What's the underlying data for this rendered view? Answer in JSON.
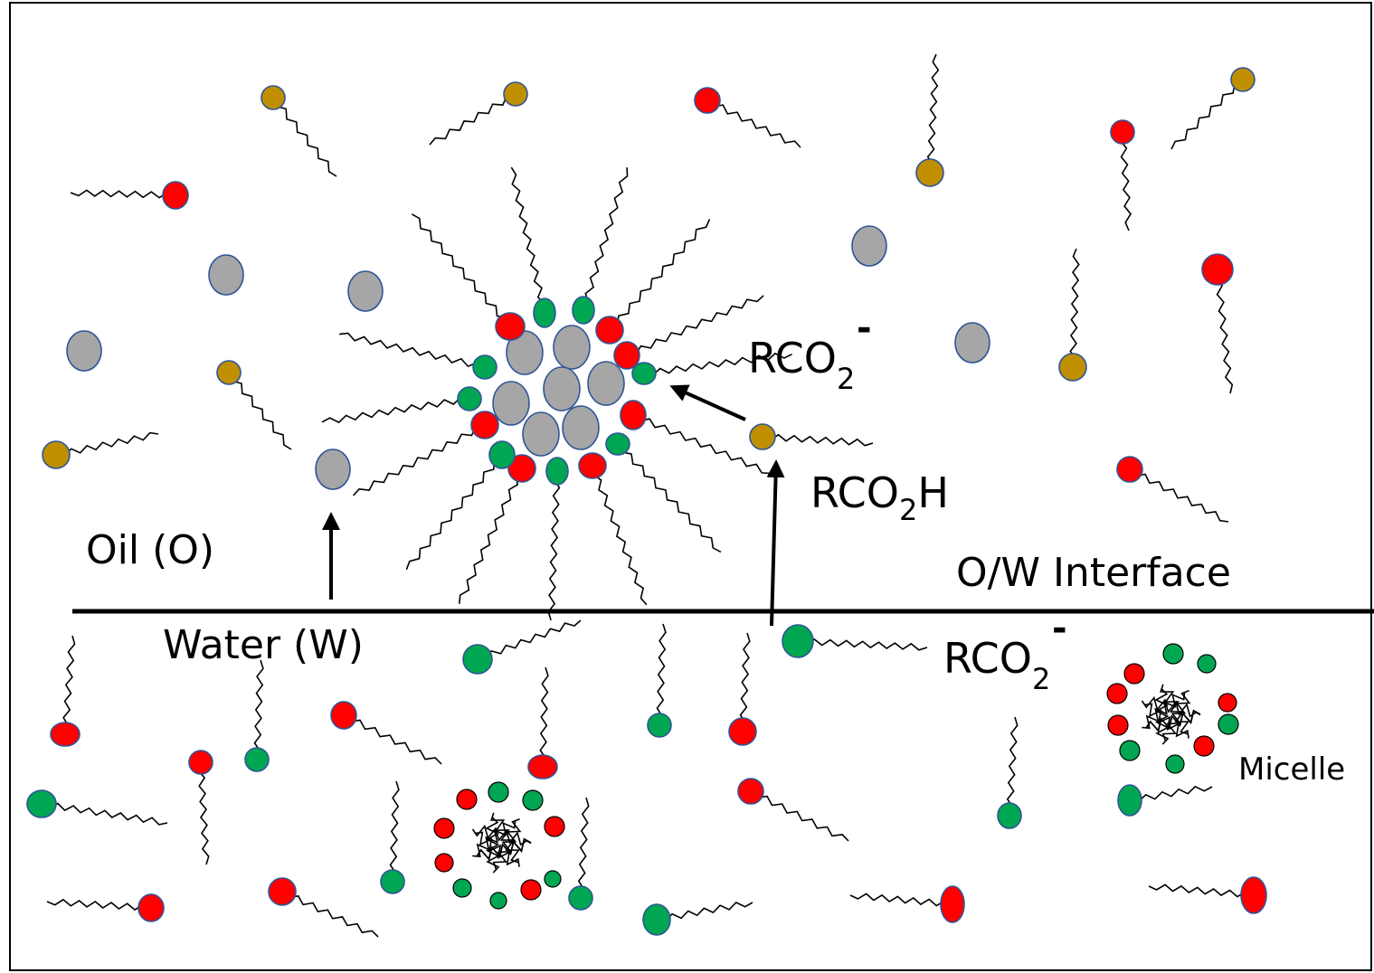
{
  "labels": {
    "oil": "Oil (O)",
    "water": "Water (W)",
    "interface": "O/W Interface",
    "micelle": "Micelle",
    "acid": {
      "main": "RCO",
      "sub": "2",
      "tail": "H"
    },
    "anion_top": {
      "main": "RCO",
      "sub": "2",
      "sup": "-"
    },
    "anion_bottom": {
      "main": "RCO",
      "sub": "2",
      "sup": "-"
    }
  },
  "colors": {
    "red_head": "#ff0000",
    "green_head": "#00a651",
    "gold_head": "#bf8f00",
    "oil_droplet": "#a6a6a6",
    "outline": "#2f5597"
  }
}
